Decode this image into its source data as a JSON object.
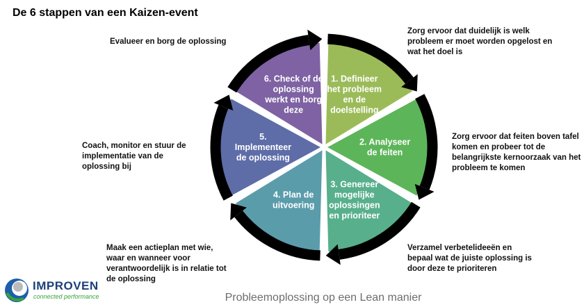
{
  "title": "De 6 stappen van een Kaizen-event",
  "steps": [
    {
      "lines": [
        "1. Definieer",
        "het probleem",
        "en de",
        "doelstelling"
      ],
      "color": "#9BBB59"
    },
    {
      "lines": [
        "2. Analyseer",
        "de feiten"
      ],
      "color": "#5DB55A"
    },
    {
      "lines": [
        "3. Genereer",
        "mogelijke",
        "oplossingen",
        "en prioriteer"
      ],
      "color": "#58AF8C"
    },
    {
      "lines": [
        "4. Plan de",
        "uitvoering"
      ],
      "color": "#5B9CAB"
    },
    {
      "lines": [
        "5.",
        "Implementeer",
        "de oplossing"
      ],
      "color": "#5E6DA8"
    },
    {
      "lines": [
        "6. Check of de",
        "oplossing",
        "werkt en borg",
        "deze"
      ],
      "color": "#7E62A3"
    }
  ],
  "notes": {
    "n1": "Zorg ervoor dat duidelijk is welk probleem er moet worden opgelost en wat het doel is",
    "n2": "Zorg ervoor dat feiten boven tafel komen en probeer tot de belangrijkste kernoorzaak van het probleem te komen",
    "n3": "Verzamel verbetelideeën en bepaal wat de juiste oplossing is door deze te prioriteren",
    "n4": "Maak een actieplan met wie, waar en wanneer voor verantwoordelijk is in relatie tot de oplossing",
    "n5": "Coach, monitor en stuur de implementatie van de oplossing bij",
    "n6": "Evalueer en borg de oplossing"
  },
  "footer": "Probleemoplossing op een Lean manier",
  "logo": {
    "name": "IMPROVEN",
    "tagline": "connected performance"
  }
}
